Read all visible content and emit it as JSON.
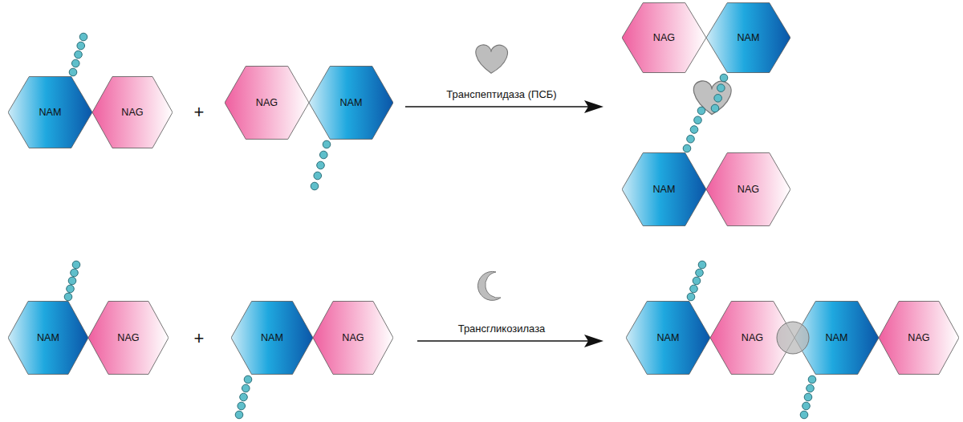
{
  "diagram": {
    "nodes": [
      {
        "text": [
          "NAM"
        ]
      },
      {
        "text": [
          "NAG"
        ]
      },
      {
        "text": [
          "NAG"
        ]
      },
      {
        "text": [
          "NAM"
        ]
      },
      {
        "text": [
          "NAG"
        ]
      },
      {
        "text": [
          "NAM"
        ]
      },
      {
        "text": [
          "NAM"
        ]
      },
      {
        "text": [
          "NAG"
        ]
      },
      {
        "text": [
          "NAM"
        ]
      },
      {
        "text": [
          "NAG"
        ]
      },
      {
        "text": [
          "NAM"
        ]
      },
      {
        "text": [
          "NAG"
        ]
      },
      {
        "text": [
          "NAM"
        ]
      },
      {
        "text": [
          "NAG"
        ]
      },
      {
        "text": [
          "NAM"
        ]
      },
      {
        "text": [
          "NAG"
        ]
      }
    ],
    "labels": [
      "+",
      "Транспептидаза (ПСБ)",
      "+",
      "Трансгликозилаза"
    ]
  }
}
